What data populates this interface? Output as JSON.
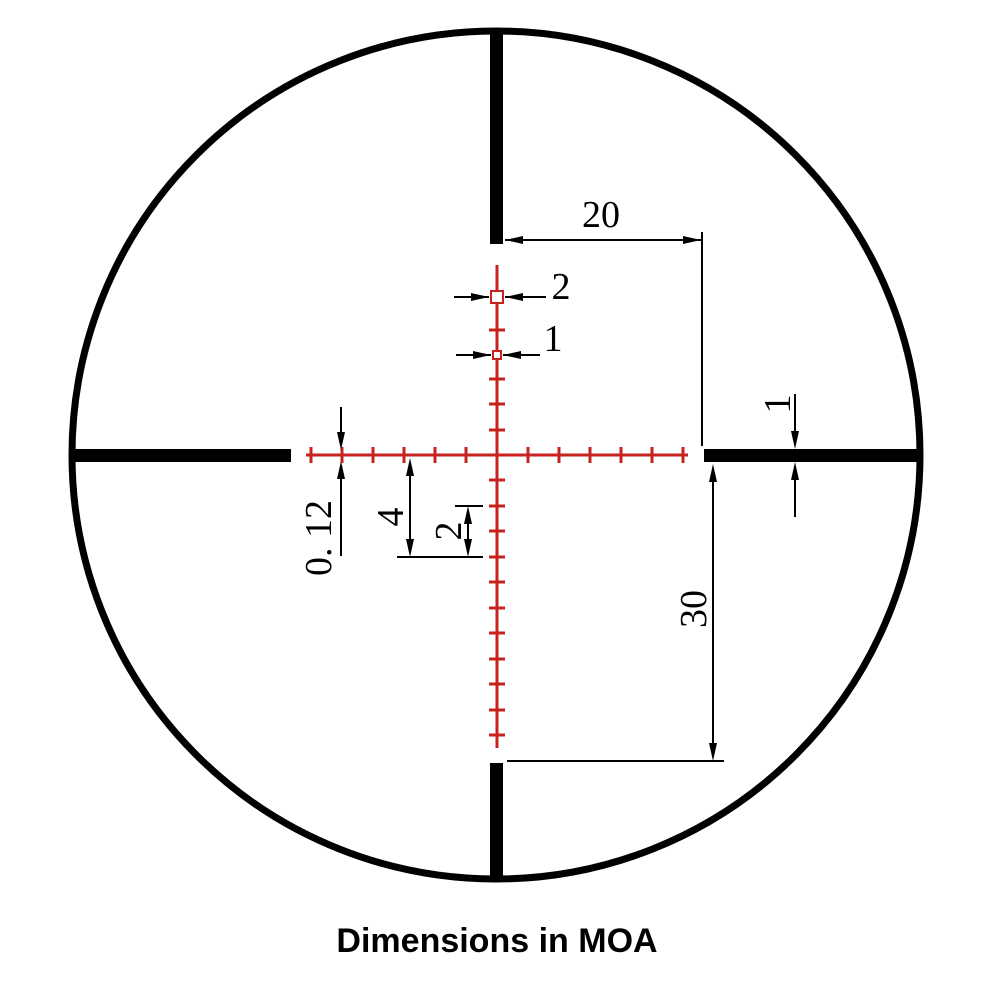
{
  "caption": "Dimensions in MOA",
  "colors": {
    "outline": "#000000",
    "reticle_red": "#c9211e",
    "dimension": "#000000",
    "background": "#ffffff"
  },
  "labels": {
    "offset_right_moa": "20",
    "large_square_moa": "2",
    "small_square_moa": "1",
    "post_thickness_moa": "1",
    "line_thickness_moa": "0. 12",
    "drop_four_moa": "4",
    "drop_two_moa": "2",
    "offset_bottom_moa": "30"
  }
}
